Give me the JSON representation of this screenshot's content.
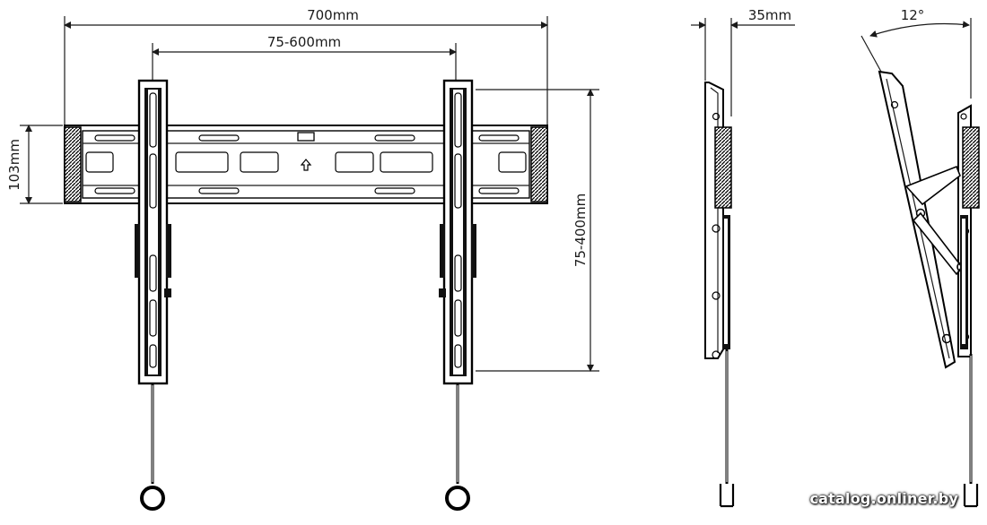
{
  "dimensions": {
    "overall_width": "700mm",
    "vesa_horizontal": "75-600mm",
    "plate_height": "103mm",
    "vesa_vertical": "75-400mm",
    "wall_depth": "35mm",
    "tilt_angle": "12°"
  },
  "watermark": "catalog.onliner.by",
  "colors": {
    "line": "#1a1a1a",
    "background": "#ffffff"
  }
}
